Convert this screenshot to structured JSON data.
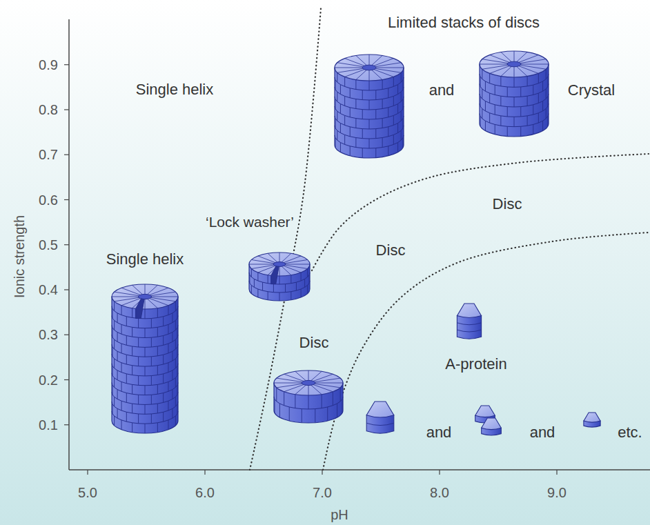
{
  "diagram": {
    "labels": [
      "Limited stacks of discs",
      "Single helix",
      "and",
      "Crystal",
      "Disc",
      "‘Lock washer’",
      "Disc",
      "Single helix",
      "Disc",
      "A-protein",
      "and",
      "and",
      "etc.",
      "0.9",
      "0.8",
      "0.7",
      "0.6",
      "0.5",
      "0.4",
      "0.3",
      "0.2",
      "0.1",
      "5.0",
      "6.0",
      "7.0",
      "8.0",
      "9.0",
      "Ionic strength",
      "pH"
    ]
  }
}
